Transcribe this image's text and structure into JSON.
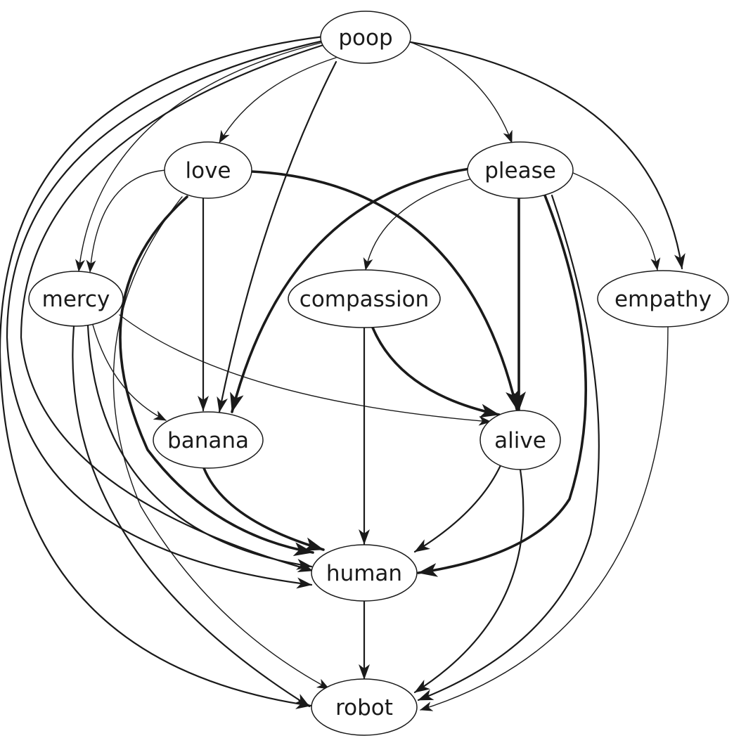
{
  "colors": {
    "ink": "#1a1a1a",
    "background": "#ffffff"
  },
  "nodes": [
    {
      "id": "poop",
      "label": "poop"
    },
    {
      "id": "love",
      "label": "love"
    },
    {
      "id": "please",
      "label": "please"
    },
    {
      "id": "mercy",
      "label": "mercy"
    },
    {
      "id": "compassion",
      "label": "compassion"
    },
    {
      "id": "empathy",
      "label": "empathy"
    },
    {
      "id": "banana",
      "label": "banana"
    },
    {
      "id": "alive",
      "label": "alive"
    },
    {
      "id": "human",
      "label": "human"
    },
    {
      "id": "robot",
      "label": "robot"
    }
  ],
  "edges": [
    {
      "from": "poop",
      "to": "love",
      "weight": "thin"
    },
    {
      "from": "poop",
      "to": "please",
      "weight": "thin"
    },
    {
      "from": "poop",
      "to": "empathy",
      "weight": "medium"
    },
    {
      "from": "poop",
      "to": "mercy",
      "weight": "thin"
    },
    {
      "from": "poop",
      "to": "banana",
      "weight": "medium"
    },
    {
      "from": "poop",
      "to": "human",
      "weight": "medium"
    },
    {
      "from": "poop",
      "to": "human",
      "weight": "medium"
    },
    {
      "from": "poop",
      "to": "robot",
      "weight": "medium"
    },
    {
      "from": "love",
      "to": "mercy",
      "weight": "thin"
    },
    {
      "from": "love",
      "to": "banana",
      "weight": "medium"
    },
    {
      "from": "love",
      "to": "alive",
      "weight": "thick"
    },
    {
      "from": "love",
      "to": "human",
      "weight": "thick"
    },
    {
      "from": "love",
      "to": "robot",
      "weight": "thin"
    },
    {
      "from": "please",
      "to": "compassion",
      "weight": "thin"
    },
    {
      "from": "please",
      "to": "empathy",
      "weight": "thin"
    },
    {
      "from": "please",
      "to": "banana",
      "weight": "thick"
    },
    {
      "from": "please",
      "to": "alive",
      "weight": "thick"
    },
    {
      "from": "please",
      "to": "human",
      "weight": "thick"
    },
    {
      "from": "please",
      "to": "robot",
      "weight": "medium"
    },
    {
      "from": "mercy",
      "to": "banana",
      "weight": "thin"
    },
    {
      "from": "mercy",
      "to": "alive",
      "weight": "thin"
    },
    {
      "from": "mercy",
      "to": "human",
      "weight": "medium"
    },
    {
      "from": "mercy",
      "to": "robot",
      "weight": "medium"
    },
    {
      "from": "compassion",
      "to": "alive",
      "weight": "thick"
    },
    {
      "from": "compassion",
      "to": "human",
      "weight": "medium"
    },
    {
      "from": "empathy",
      "to": "robot",
      "weight": "thin"
    },
    {
      "from": "banana",
      "to": "human",
      "weight": "thick"
    },
    {
      "from": "alive",
      "to": "human",
      "weight": "medium"
    },
    {
      "from": "alive",
      "to": "robot",
      "weight": "medium"
    },
    {
      "from": "human",
      "to": "robot",
      "weight": "medium"
    }
  ]
}
